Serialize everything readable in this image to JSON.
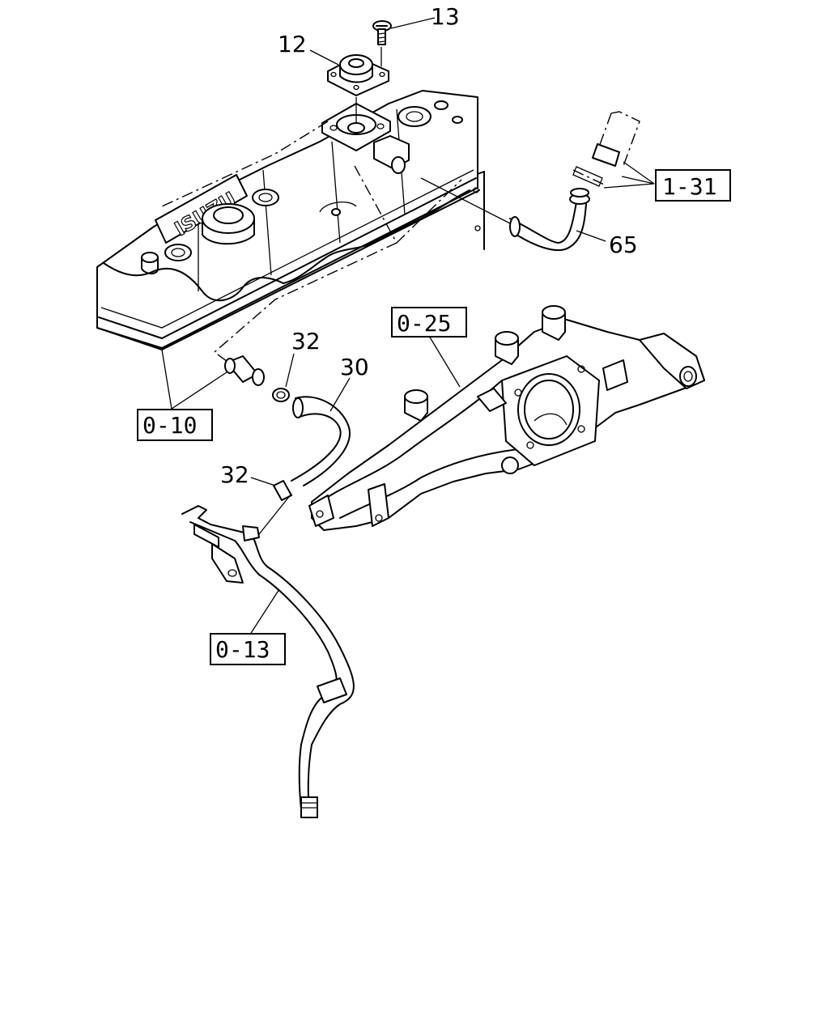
{
  "callouts": {
    "c13": "13",
    "c12": "12",
    "c65": "65",
    "c32a": "32",
    "c30": "30",
    "c32b": "32"
  },
  "references": {
    "r131": "1-31",
    "r025": "0-25",
    "r010": "0-10",
    "r013": "0-13"
  },
  "logo_text": "ISUZU",
  "colors": {
    "line": "#000000",
    "background": "#ffffff"
  }
}
